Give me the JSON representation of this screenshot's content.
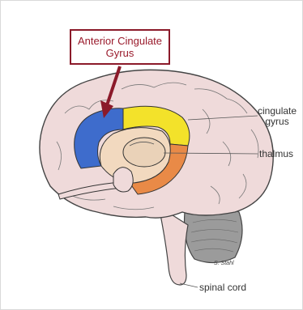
{
  "callout": {
    "line1": "Anterior Cingulate",
    "line2": "Gyrus",
    "color": "#8b1a2a"
  },
  "labels": {
    "cingulate_line1": "cingulate",
    "cingulate_line2": "gyrus",
    "thalamus": "thalmus",
    "spinal_cord": "spinal cord"
  },
  "signature": "S. Stahl",
  "colors": {
    "brain": "#efdada",
    "anterior_cingulate": "#3e6ccc",
    "cingulate_gyrus": "#f3e22a",
    "orange_region": "#e98a47",
    "thalamus_area": "#f2d9bf",
    "cerebellum": "#9b9b9b",
    "outline": "#444444"
  }
}
